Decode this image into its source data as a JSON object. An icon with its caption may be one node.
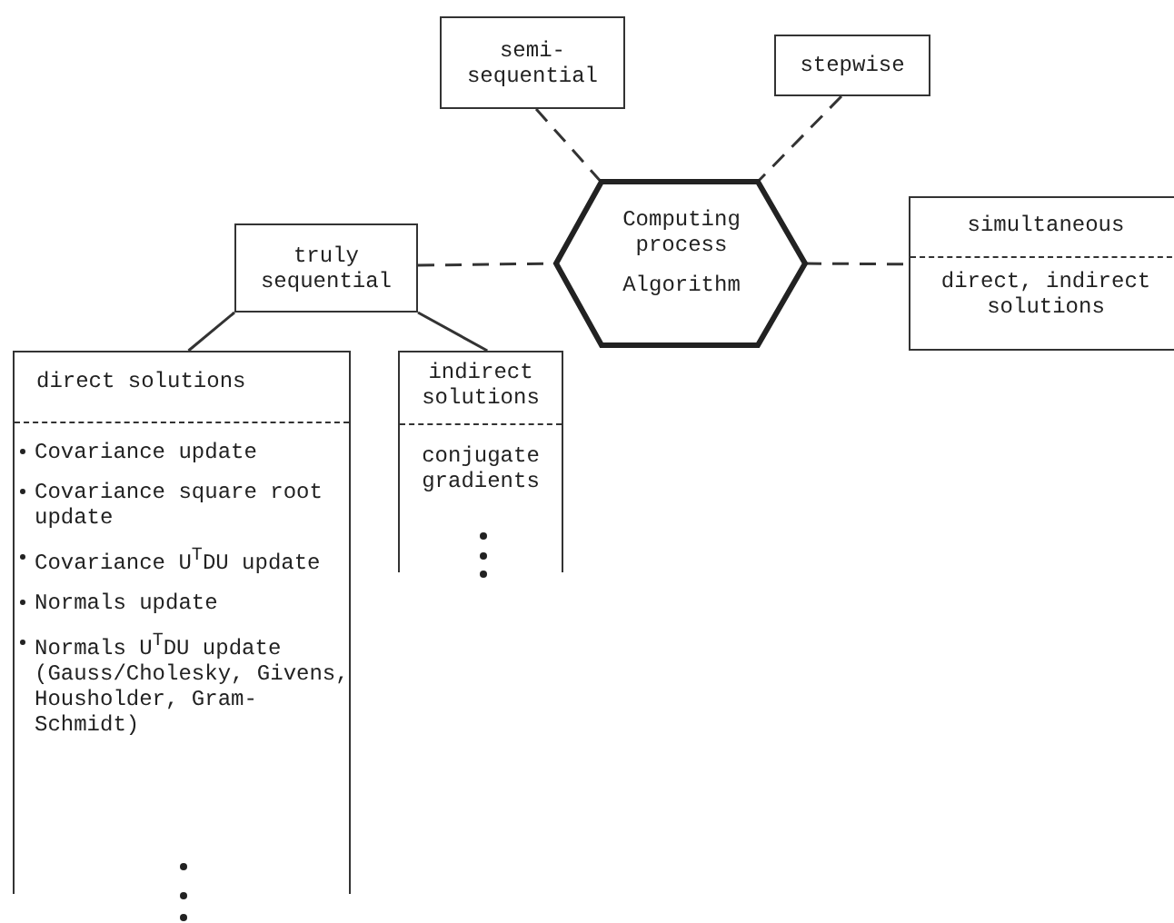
{
  "diagram": {
    "nodes": [
      {
        "text": [
          "semi- sequential"
        ]
      },
      {
        "text": [
          "stepwise"
        ]
      },
      {
        "text": [
          "Computing process",
          "Algorithm"
        ]
      },
      {
        "text": [
          "truly sequential"
        ]
      },
      {
        "text": [
          "simultaneous",
          "direct, indirect solutions"
        ]
      },
      {
        "text": [
          "direct solutions",
          "Covariance update",
          "Covariance square root update",
          "Covariance U$^{T}$DU update",
          "Normals update",
          "Normals U$^{T}$DU update (Gauss/Cholesky, Givens, Housholder, Gram-Schmidt)"
        ]
      },
      {
        "text": [
          "indirect solutions",
          "conjugate gradients"
        ]
      }
    ],
    "edges": [
      {
        "from": 0,
        "to": 2,
        "arrow": "none",
        "style": "dashed"
      },
      {
        "from": 1,
        "to": 2,
        "arrow": "none",
        "style": "dashed"
      },
      {
        "from": 3,
        "to": 2,
        "arrow": "none",
        "style": "dashed"
      },
      {
        "from": 2,
        "to": 4,
        "arrow": "none",
        "style": "dashed"
      },
      {
        "from": 3,
        "to": 5,
        "arrow": "none"
      },
      {
        "from": 3,
        "to": 6,
        "arrow": "none"
      }
    ]
  }
}
